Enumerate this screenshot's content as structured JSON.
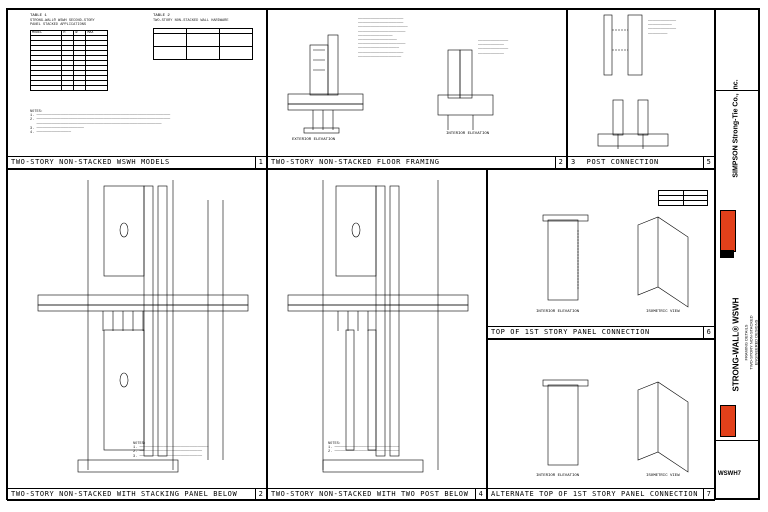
{
  "captions": {
    "p1": {
      "label": "TWO-STORY NON-STACKED WSWH MODELS",
      "num": "1"
    },
    "p2": {
      "label": "TWO-STORY NON-STACKED FLOOR FRAMING",
      "num": "2"
    },
    "p3": {
      "label": "POST CONNECTION",
      "num": "3",
      "num2": "5"
    },
    "p4": {
      "label": "TWO-STORY NON-STACKED WITH STACKING PANEL BELOW",
      "num": "2"
    },
    "p5": {
      "label": "TWO-STORY NON-STACKED WITH TWO POST BELOW",
      "num": "4"
    },
    "p6": {
      "label": "TOP OF 1ST STORY PANEL CONNECTION",
      "num": "6"
    },
    "p7": {
      "label": "ALTERNATE TOP OF 1ST STORY PANEL CONNECTION",
      "num": "7"
    }
  },
  "tables": {
    "table1_title": "TABLE 1",
    "table2_title": "TABLE 2"
  },
  "view_labels": {
    "interior_elevation": "INTERIOR ELEVATION",
    "exterior_elevation": "EXTERIOR ELEVATION",
    "isometric_view": "ISOMETRIC VIEW"
  },
  "title_block": {
    "company": "SIMPSON Strong-Tie Co., Inc.",
    "product": "STRONG-WALL® WSWH",
    "subtitle1": "FRAMING DETAILS",
    "subtitle2": "TWO-STORY NON-STACKED",
    "subtitle3": "ENGINEERED DESIGNS",
    "sheet": "WSWH7"
  }
}
